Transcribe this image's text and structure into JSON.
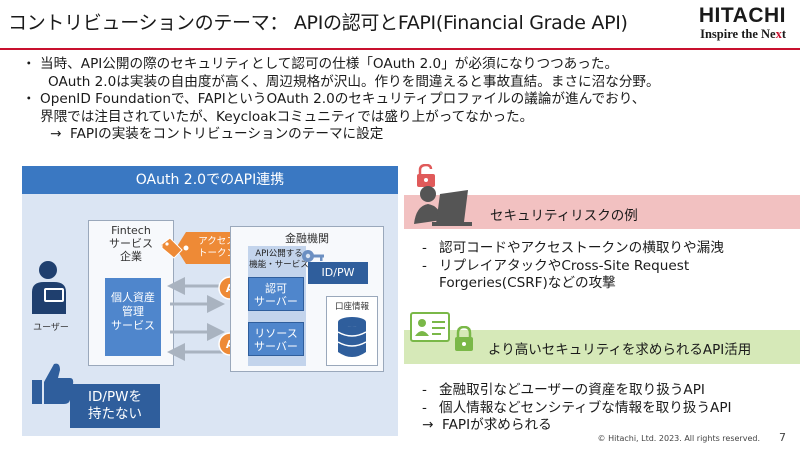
{
  "header": {
    "title": "コントリビューションのテーマ： APIの認可とFAPI(Financial Grade API)",
    "logo_main": "HITACHI",
    "logo_sub_prefix": "Inspire the Ne",
    "logo_sub_x": "x",
    "logo_sub_suffix": "t"
  },
  "bullets": {
    "b1_mark": "・",
    "b1_l1": "当時、API公開の際のセキュリティとして認可の仕様「OAuth 2.0」が必須になりつつあった。",
    "b1_l2": "OAuth 2.0は実装の自由度が高く、周辺規格が沢山。作りを間違えると事故直結。まさに沼な分野。",
    "b2_mark": "・",
    "b2_l1": "OpenID Foundationで、FAPIというOAuth 2.0のセキュリティプロファイルの議論が進んでおり、",
    "b2_l2": "界隈では注目されていたが、Keycloakコミュニティでは盛り上がってなかった。",
    "b3_arrow": "→",
    "b3_text": "FAPIの実装をコントリビューションのテーマに設定"
  },
  "diagram": {
    "header": "OAuth 2.0でのAPI連携",
    "user_label": "ユーザー",
    "fintech_label": "Fintech\nサービス\n企業",
    "fintech_l1": "Fintech",
    "fintech_l2": "サービス",
    "fintech_l3": "企業",
    "pim_l1": "個人資産",
    "pim_l2": "管理",
    "pim_l3": "サービス",
    "token_l1": "アクセス",
    "token_l2": "トークン",
    "bank_label": "金融機関",
    "api_area_l1": "API公開する",
    "api_area_l2": "機能・サービス",
    "auth_l1": "認可",
    "auth_l2": "サーバー",
    "res_l1": "リソース",
    "res_l2": "サーバー",
    "idpw_badge": "ID/PW",
    "account_label": "口座情報",
    "no_idpw_l1": "ID/PWを",
    "no_idpw_l2": "持たない",
    "token_circle_text": "A"
  },
  "risk": {
    "banner": "セキュリティリスクの例",
    "items": [
      {
        "dash": "-",
        "l1": "認可コードやアクセストークンの横取りや漏洩",
        "l2": ""
      },
      {
        "dash": "-",
        "l1": "リプレイアタックやCross-Site Request",
        "l2": "Forgeries(CSRF)などの攻撃"
      }
    ]
  },
  "usage": {
    "banner": "より高いセキュリティを求められるAPI活用",
    "item1": "金融取引などユーザーの資産を取り扱うAPI",
    "item2": "個人情報などセンシティブな情報を取り扱うAPI",
    "dash": "-",
    "arrow": "→",
    "conclusion": "FAPIが求められる"
  },
  "footer": {
    "copyright": "© Hitachi, Ltd. 2023. All rights reserved.",
    "page": "7"
  },
  "colors": {
    "accent_red": "#c8102e",
    "panel_blue": "#3a78c2",
    "server_blue": "#4f86cc",
    "token_orange": "#ee8a36",
    "risk_pink": "#f2c1c1",
    "usage_green": "#d6e9b8"
  }
}
